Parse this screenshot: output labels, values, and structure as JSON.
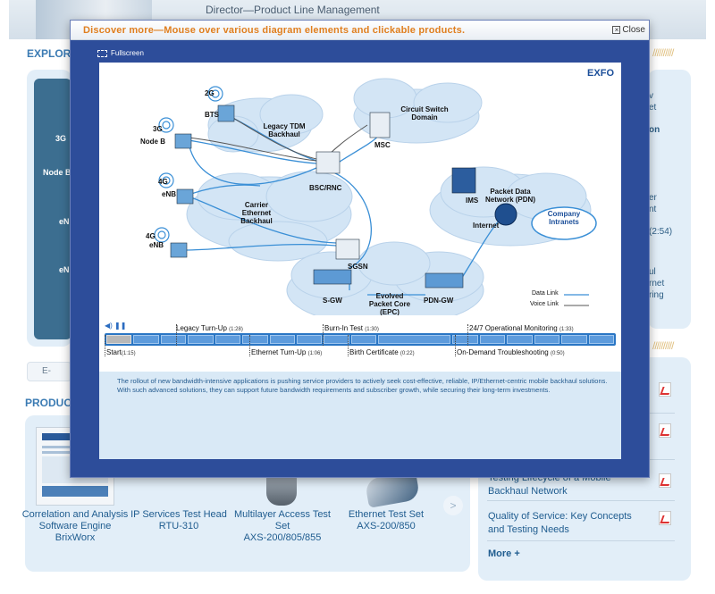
{
  "background": {
    "header_line1": "Director—Product Line Management",
    "header_line2": "",
    "explore_label": "EXPLORE",
    "slashes": "//////////",
    "left_labels": [
      "3G",
      "Node B",
      "eNI",
      "eNI"
    ],
    "right_fragments": [
      "v",
      "et",
      "on",
      "er",
      "nt",
      "(2:54)",
      "ul",
      "rnet",
      "ring"
    ],
    "email_label": "E-",
    "products_label": "PRODUCTS",
    "products": [
      {
        "name": "Correlation and Analysis Software Engine",
        "model": "BrixWorx"
      },
      {
        "name": "IP Services Test Head",
        "model": "RTU-310"
      },
      {
        "name": "Multilayer Access Test Set",
        "model": "AXS-200/805/855"
      },
      {
        "name": "Ethernet Test Set",
        "model": "AXS-200/850"
      }
    ],
    "docs": [
      {
        "title": "Testing Lifecycle of a Mobile Backhaul Network"
      },
      {
        "title": "Quality of Service: Key Concepts and Testing Needs"
      }
    ],
    "more_label": "More +",
    "signature": "ℓℓ"
  },
  "modal": {
    "title": "Discover more—Mouse over various diagram elements and clickable products.",
    "close_label": "Close",
    "fullscreen_label": "Fullscreen",
    "brand": "EXFO"
  },
  "diagram": {
    "nodes": {
      "bts": "BTS",
      "g2": "2G",
      "g3": "3G",
      "nodeb": "Node B",
      "g4a": "4G",
      "enb_a": "eNB",
      "g4b": "4G",
      "enb_b": "eNB",
      "legacy": "Legacy TDM Backhaul",
      "circuit": "Circuit Switch Domain",
      "msc": "MSC",
      "bscrnc": "BSC/RNC",
      "carrier": "Carrier Ethernet Backhaul",
      "sgsn": "SGSN",
      "sgw": "S-GW",
      "epc": "Evolved Packet Core (EPC)",
      "pdngw": "PDN-GW",
      "ims": "IMS",
      "pdn": "Packet Data Network (PDN)",
      "internet": "Internet",
      "intranets": "Company Intranets"
    },
    "legend": {
      "data": "Data Link",
      "voice": "Voice Link"
    },
    "colors": {
      "data_link": "#3a8fd6",
      "voice_link": "#555555",
      "cloud": "#d3e5f5"
    }
  },
  "timeline": {
    "controls": "◀) ❚❚",
    "chapters_top": [
      {
        "label": "Legacy Turn-Up",
        "time": "(1:28)"
      },
      {
        "label": "Burn-In Test",
        "time": "(1:30)"
      },
      {
        "label": "24/7 Operational Monitoring",
        "time": "(1:33)"
      }
    ],
    "chapters_bottom": [
      {
        "label": "Start",
        "time": "(1:15)"
      },
      {
        "label": "Ethernet Turn-Up",
        "time": "(1:06)"
      },
      {
        "label": "Birth Certificate",
        "time": "(0:22)"
      },
      {
        "label": "On-Demand Troubleshooting",
        "time": "(0:50)"
      }
    ],
    "description": "The rollout of new bandwidth-intensive applications is pushing service providers to actively seek cost-effective, reliable, IP/Ethernet-centric mobile backhaul solutions. With such advanced solutions, they can support future bandwidth requirements and subscriber growth, while securing their long-term investments."
  }
}
